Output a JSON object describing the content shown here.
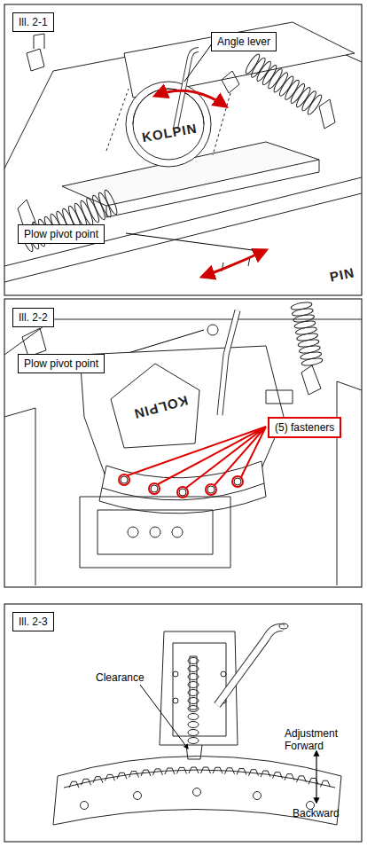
{
  "diagram": {
    "nodes": [
      {
        "text": [
          "Ill. 2-1"
        ]
      },
      {
        "text": [
          "Angle lever"
        ]
      },
      {
        "text": [
          "Plow pivot point"
        ]
      },
      {
        "text": [
          "Ill. 2-2"
        ]
      },
      {
        "text": [
          "Plow pivot point"
        ]
      },
      {
        "text": [
          "(5) fasteners"
        ]
      },
      {
        "text": [
          "Ill. 2-3"
        ]
      }
    ],
    "labels": [
      "KOLPIN",
      "PIN",
      "KOLPIN",
      "Clearance",
      "Adjustment Forward",
      "Backward"
    ]
  }
}
